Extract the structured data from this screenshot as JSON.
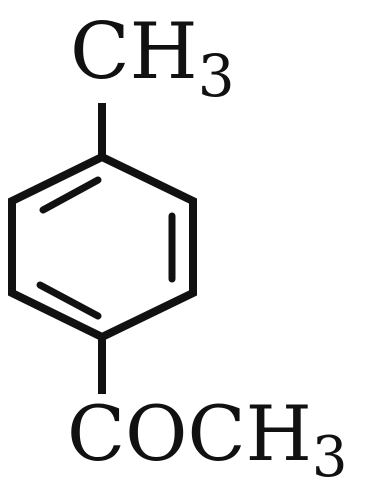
{
  "molecule": {
    "top_group": {
      "main": "CH",
      "subscript": "3"
    },
    "bottom_group": {
      "main": "COCH",
      "subscript": "3"
    },
    "bond_color": "#111111"
  }
}
